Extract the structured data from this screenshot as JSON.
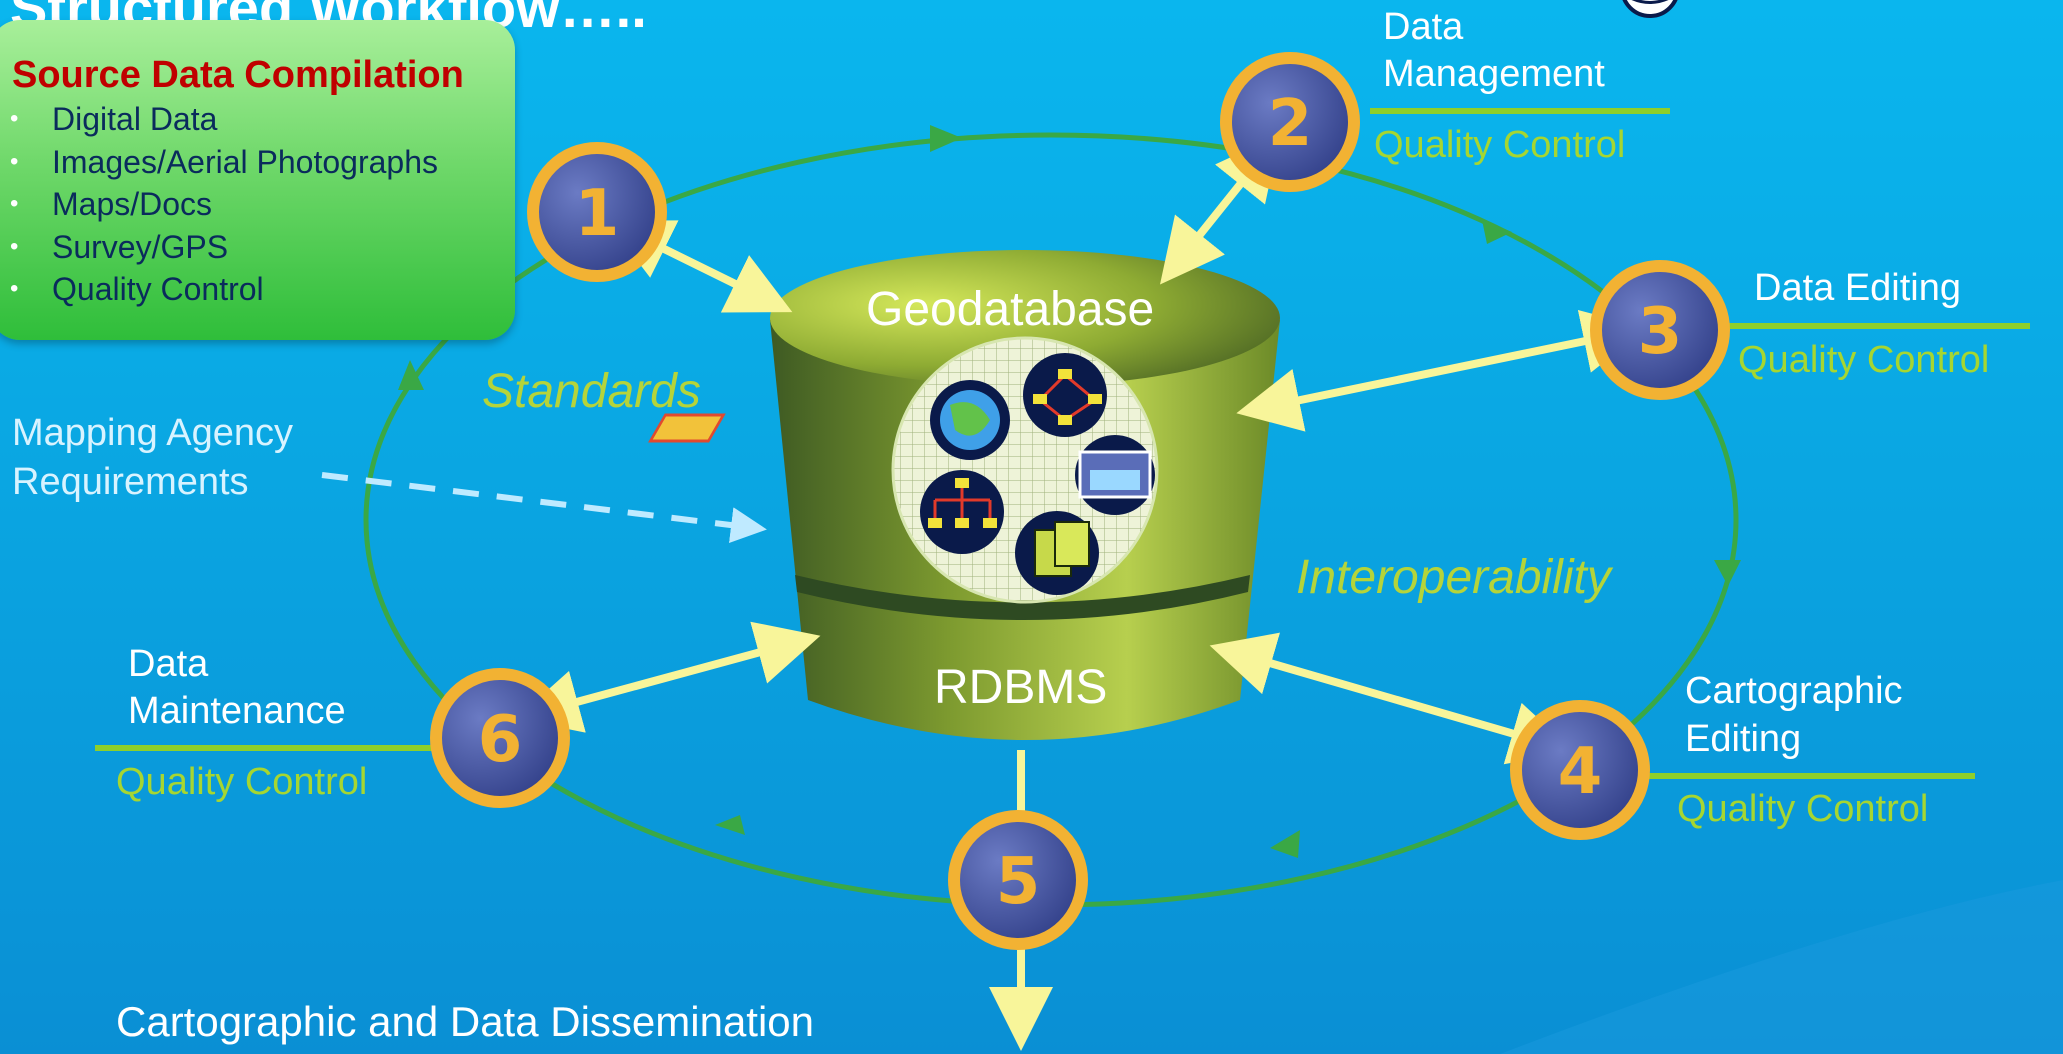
{
  "title": "Structured Workflow…..",
  "source_box": {
    "title": "Source Data Compilation",
    "items": [
      "Digital Data",
      "Images/Aerial Photographs",
      "Maps/Docs",
      "Survey/GPS",
      "Quality Control"
    ]
  },
  "center": {
    "top_label": "Geodatabase",
    "bottom_label": "RDBMS"
  },
  "side_labels": {
    "standards": "Standards",
    "interoperability": "Interoperability"
  },
  "agency": {
    "line1": "Mapping Agency",
    "line2": "Requirements"
  },
  "steps": [
    {
      "number": "1",
      "label": ""
    },
    {
      "number": "2",
      "label_line1": "Data",
      "label_line2": "Management",
      "qc": "Quality Control"
    },
    {
      "number": "3",
      "label_line1": "Data Editing",
      "qc": "Quality Control"
    },
    {
      "number": "4",
      "label_line1": "Cartographic",
      "label_line2": "Editing",
      "qc": "Quality Control"
    },
    {
      "number": "5",
      "label_line1": "Cartographic and Data Dissemination"
    },
    {
      "number": "6",
      "label_line1": "Data",
      "label_line2": "Maintenance",
      "qc": "Quality Control"
    }
  ],
  "colors": {
    "accent_yellow": "#f8f59a",
    "cycle_green": "#3aa845",
    "circle_fill": "#3f4f9c",
    "circle_ring": "#f2b233"
  }
}
